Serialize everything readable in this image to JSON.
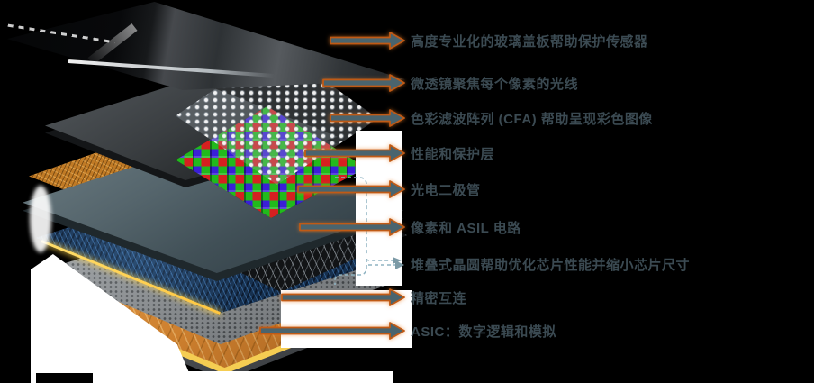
{
  "figure": {
    "type": "exploded-view-diagram",
    "subject": "image-sensor-layer-stack"
  },
  "callouts": [
    {
      "text": "高度专业化的玻璃盖板帮助保护传感器",
      "target_layer": "glass-cover",
      "style": "solid"
    },
    {
      "text": "微透镜聚焦每个像素的光线",
      "target_layer": "microlens-array",
      "style": "solid"
    },
    {
      "text": "色彩滤波阵列 (CFA) 帮助呈现彩色图像",
      "target_layer": "color-filter-array",
      "style": "solid"
    },
    {
      "text": "性能和保护层",
      "target_layer": "protection-layer",
      "style": "solid"
    },
    {
      "text": "光电二极管",
      "target_layer": "photodiode",
      "style": "solid"
    },
    {
      "text": "像素和 ASIL 电路",
      "target_layer": "pixel-asil-circuitry",
      "style": "solid"
    },
    {
      "text": "堆叠式晶圆帮助优化芯片性能并缩小芯片尺寸",
      "target_layer": "stacked-wafers",
      "style": "dashed"
    },
    {
      "text": "精密互连",
      "target_layer": "precision-interconnects",
      "style": "solid"
    },
    {
      "text": "ASIC：数字逻辑和模拟",
      "target_layer": "asic",
      "style": "solid"
    }
  ],
  "layers": [
    "glass-cover",
    "microlens-array",
    "color-filter-array",
    "protection-layer",
    "photodiode",
    "pixel-asil-circuitry",
    "stacked-wafers",
    "precision-interconnects",
    "asic"
  ],
  "colors": {
    "background": "#000000",
    "callout_text": "#3b4a52",
    "arrow_shaft": "#4a646e",
    "arrow_outline": "#c05a11",
    "bracket_dashed": "#8fb3c2",
    "cfa_red": "#d62020",
    "cfa_green": "#21ba1c",
    "cfa_blue": "#3a1fd8",
    "photodiode_teal": "#55656c",
    "circuit_blue": "#16304f",
    "copper_orange": "#cd7f2e",
    "glow_yellow": "#ffd84a"
  }
}
